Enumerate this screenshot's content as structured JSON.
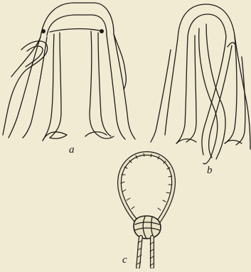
{
  "figure": {
    "panels": [
      {
        "id": "a",
        "label": "a"
      },
      {
        "id": "b",
        "label": "b"
      },
      {
        "id": "c",
        "label": "c"
      }
    ],
    "colors": {
      "paper": "#f1ebd4",
      "ink": "#1d1b17",
      "rope_fill": "#e9e2c6"
    }
  }
}
